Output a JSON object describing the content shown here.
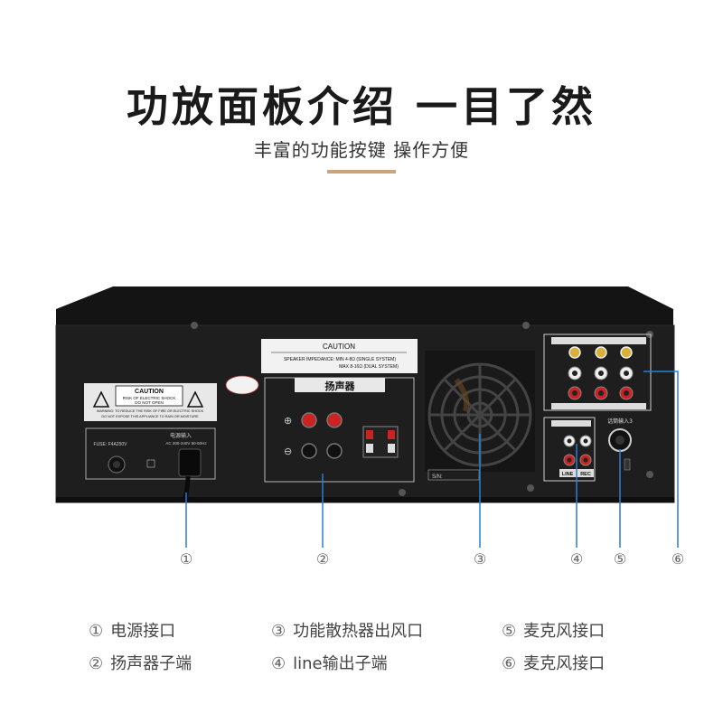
{
  "header": {
    "title": "功放面板介绍 一目了然",
    "subtitle": "丰富的功能按键 操作方便"
  },
  "panel": {
    "caution_title_right": "CAUTION",
    "speaker_impedance_line1": "SPEAKER IMPEDANCE: MIN 4-8Ω (SINGLE SYSTEM)",
    "speaker_impedance_line2": "MAX 8-16Ω (DUAL SYSTEM)",
    "caution_title_left": "CAUTION",
    "shock_line1": "RISK OF ELECTRIC SHOCK",
    "shock_line2": "DO NOT OPEN",
    "warning_line1": "WARNING: TO REDUCE THE RISK OF FIRE OR ELECTRIC SHOCK",
    "warning_line2": "DO NOT EXPOSE THIS APPLIANCE TO RAIN OR MOISTURE",
    "power_input_label": "电源输入",
    "fuse_label": "FUSE: F4A250V",
    "ac_label": "AC 200-240V 50-60Hz",
    "speaker_label": "扬声器",
    "sn_label": "S/N:",
    "line_label": "LINE",
    "rec_label": "REC",
    "mic_label": "话筒输入3"
  },
  "callouts": [
    "①",
    "②",
    "③",
    "④",
    "⑤",
    "⑥"
  ],
  "legend": [
    {
      "num": "①",
      "text": "电源接口"
    },
    {
      "num": "②",
      "text": "扬声器子端"
    },
    {
      "num": "③",
      "text": "功能散热器出风口"
    },
    {
      "num": "④",
      "text": "line输出子端"
    },
    {
      "num": "⑤",
      "text": "麦克风接口"
    },
    {
      "num": "⑥",
      "text": "麦克风接口"
    }
  ],
  "colors": {
    "callout_line": "#2a7fd4",
    "accent": "#c9a57e",
    "panel": "#1c1c1c"
  }
}
